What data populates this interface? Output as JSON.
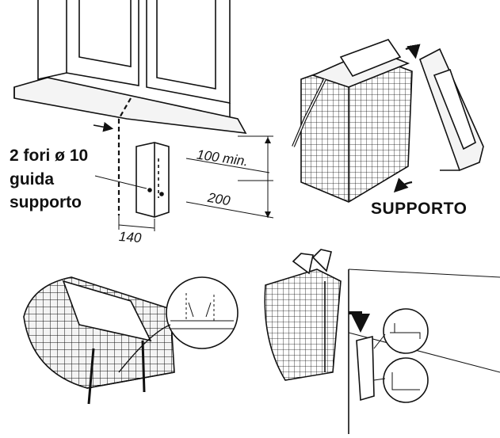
{
  "labels": {
    "holes": "2 fori ø 10",
    "guide": "guida",
    "support_word": "supporto",
    "min_height": "100 min.",
    "height": "200",
    "width": "140",
    "support_caption": "SUPPORTO"
  },
  "colors": {
    "line": "#111111",
    "fill_light": "#f4f4f4",
    "fill_mid": "#d9d9d9",
    "background": "#ffffff"
  },
  "icons": {
    "arrow": "curved-arrow-icon",
    "down_arrow": "down-arrow-icon"
  }
}
